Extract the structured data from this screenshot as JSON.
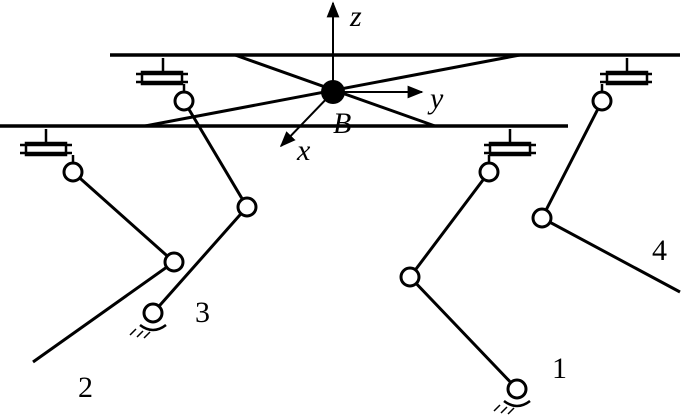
{
  "axes": {
    "z": "z",
    "y": "y",
    "x": "x",
    "center": "B"
  },
  "legs": [
    {
      "id": "1",
      "label": "1"
    },
    {
      "id": "2",
      "label": "2"
    },
    {
      "id": "3",
      "label": "3"
    },
    {
      "id": "4",
      "label": "4"
    }
  ],
  "colors": {
    "ink": "#000000",
    "background": "#ffffff"
  }
}
